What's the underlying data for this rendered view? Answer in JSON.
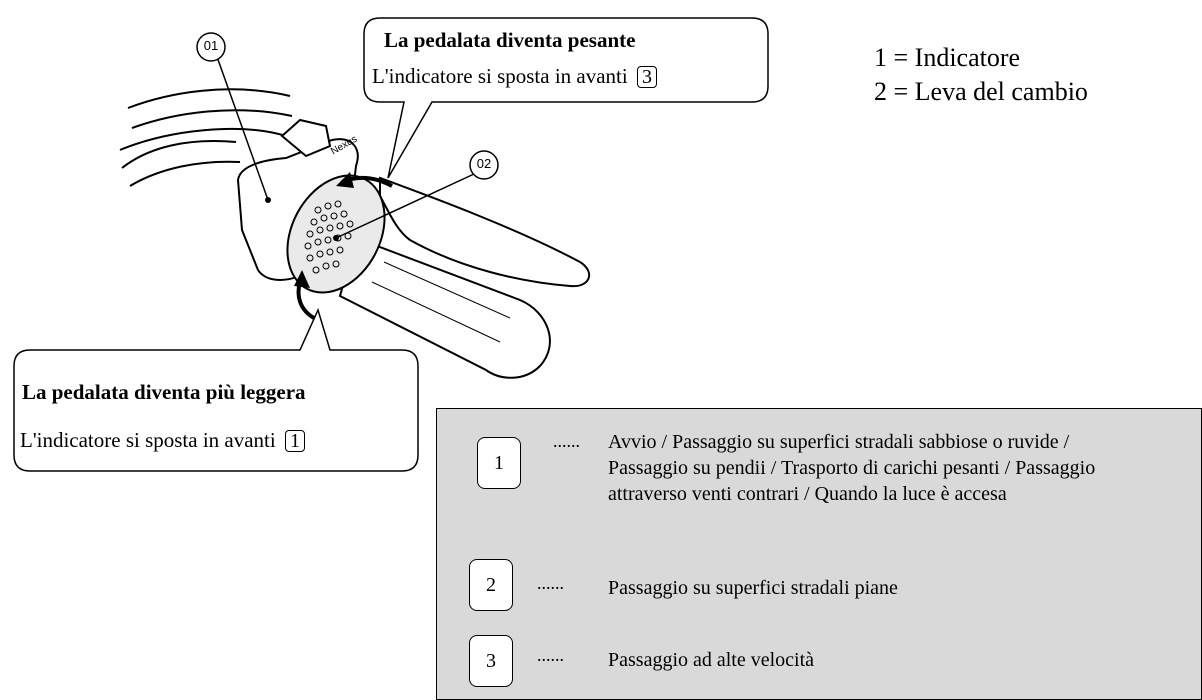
{
  "callouts": {
    "top": {
      "title": "La pedalata diventa pesante",
      "text": "L'indicatore si sposta in avanti",
      "num": "3"
    },
    "bottom": {
      "title": "La pedalata diventa più leggera",
      "text": "L'indicatore si sposta in avanti",
      "num": "1"
    }
  },
  "labels": {
    "indicator": "01",
    "lever": "02",
    "brand": "Nexus"
  },
  "legend": [
    "1 = Indicatore",
    "2 = Leva del cambio"
  ],
  "gears": [
    {
      "num": "1",
      "dots": "......",
      "desc": "Avvio / Passaggio su superfici stradali sabbiose o ruvide / Passaggio su pendii / Trasporto di carichi pesanti / Passaggio attraverso venti contrari / Quando la luce è accesa"
    },
    {
      "num": "2",
      "dots": "......",
      "desc": "Passaggio su superfici stradali piane"
    },
    {
      "num": "3",
      "dots": "......",
      "desc": "Passaggio ad alte velocità"
    }
  ]
}
